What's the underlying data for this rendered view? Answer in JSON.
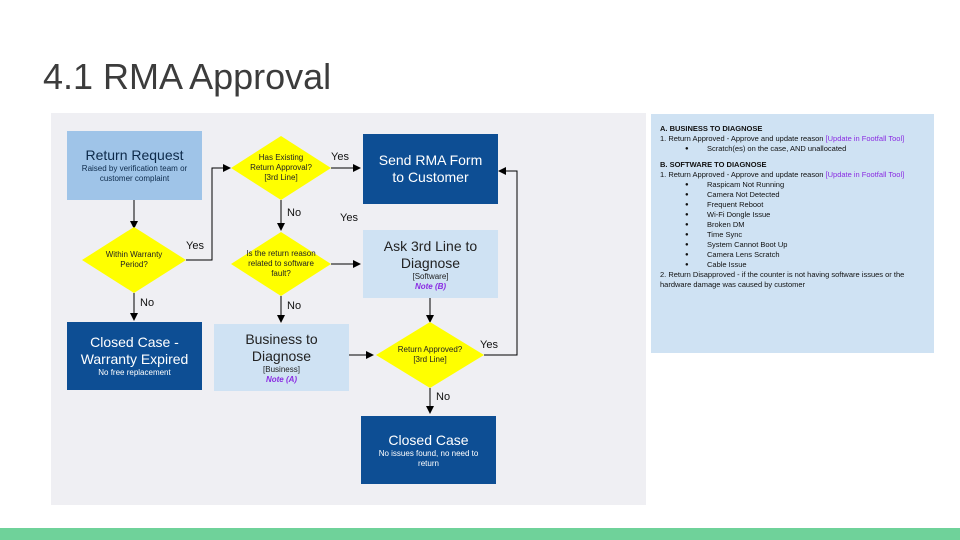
{
  "slide": {
    "title": "4.1 RMA Approval"
  },
  "nodes": {
    "return_request": {
      "title": "Return Request",
      "sub": "Raised by verification team or customer complaint"
    },
    "within_warranty": {
      "text": "Within Warranty Period?"
    },
    "has_existing": {
      "text": "Has Existing Return Approval? [3rd Line]"
    },
    "send_rma": {
      "title": "Send RMA Form to Customer"
    },
    "is_return_reason": {
      "text": "Is the return reason related to software fault?"
    },
    "ask_3rd_line": {
      "title": "Ask 3rd Line to Diagnose",
      "tag": "[Software]",
      "note": "Note (B)"
    },
    "closed_warranty": {
      "title": "Closed Case - Warranty Expired",
      "sub": "No free replacement"
    },
    "business_diag": {
      "title": "Business to Diagnose",
      "tag": "[Business]",
      "note": "Note (A)"
    },
    "return_approved": {
      "text": "Return Approved? [3rd Line]"
    },
    "closed_case": {
      "title": "Closed Case",
      "sub": "No issues found, no need to return"
    }
  },
  "labels": {
    "yes": "Yes",
    "no": "No"
  },
  "notes_panel": {
    "a_heading": "A. BUSINESS TO DIAGNOSE",
    "a_line1_prefix": "1. Return Approved - Approve and update reason ",
    "a_line1_link": "[Update in Footfall Tool]",
    "a_items": [
      "Scratch(es) on the case, AND unallocated"
    ],
    "b_heading": "B. SOFTWARE TO DIAGNOSE",
    "b_line1_prefix": "1. Return Approved - Approve and update reason ",
    "b_line1_link": "[Update in Footfall Tool]",
    "b_items": [
      "Raspicam Not Running",
      "Camera Not Detected",
      "Frequent Reboot",
      "Wi-Fi Dongle Issue",
      "Broken DM",
      "Time Sync",
      "System Cannot Boot Up",
      "Camera Lens Scratch",
      "Cable Issue"
    ],
    "b_line2": "2. Return Disapproved - if the counter is not having software issues or the hardware damage was caused by customer"
  },
  "colors": {
    "dark_box": "#0d4e94",
    "mid_box": "#9fc4e8",
    "light_box": "#cfe2f3",
    "diamond": "#ffff00",
    "note": "#8a2be2",
    "bottom_bar": "#6fd29a"
  }
}
